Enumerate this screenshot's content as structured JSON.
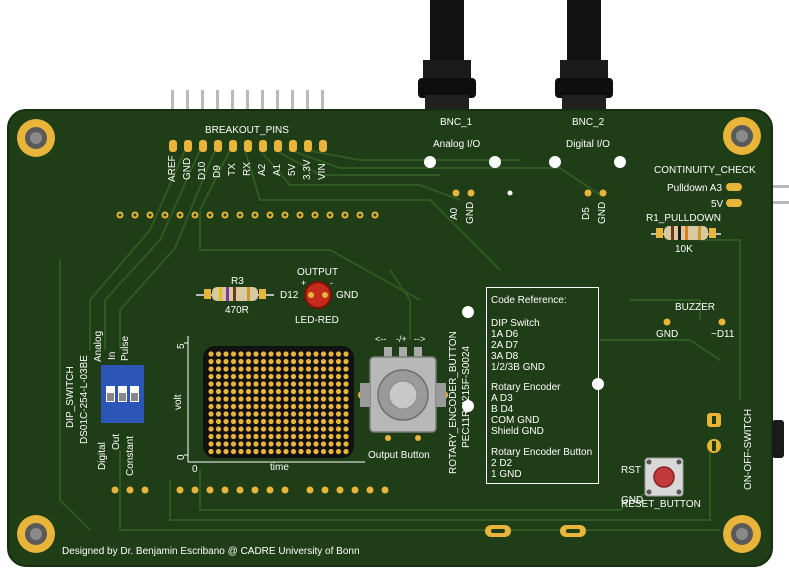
{
  "breakout": {
    "title": "BREAKOUT_PINS",
    "pins": [
      "AREF",
      "GND",
      "D10",
      "D9",
      "TX",
      "RX",
      "A2",
      "A1",
      "5V",
      "3.3V",
      "VIN"
    ]
  },
  "bnc1": {
    "name": "BNC_1",
    "label": "Analog I/O",
    "pins": [
      "A0",
      "GND"
    ]
  },
  "bnc2": {
    "name": "BNC_2",
    "label": "Digital I/O",
    "pins": [
      "D5",
      "GND"
    ]
  },
  "continuity": {
    "title": "CONTINUITY_CHECK",
    "pulldown": "Pulldown A3",
    "v5": "5V"
  },
  "r1": {
    "name": "R1_PULLDOWN",
    "value": "10K"
  },
  "r3": {
    "name": "R3",
    "value": "470R"
  },
  "led": {
    "title": "OUTPUT",
    "plus": "+",
    "minus": "-",
    "left_pin": "D12",
    "right_pin": "GND",
    "name": "LED-RED"
  },
  "buzzer": {
    "title": "BUZZER",
    "gnd": "GND",
    "pin": "~D11"
  },
  "dip": {
    "name": "DIP_SWITCH",
    "part": "DS01C-254-L-03BE",
    "top_labels": [
      "Analog",
      "In",
      "Pulse"
    ],
    "bottom_labels": [
      "Digital",
      "Out",
      "Constant"
    ]
  },
  "plot": {
    "ylabel": "volt",
    "xlabel": "time",
    "ymax": "5",
    "ymin": "0",
    "xmin": "0"
  },
  "encoder": {
    "name": "ROTARY_ENCODER_BUTTON",
    "part": "PEC11R-4215F-S0024",
    "dir_left": "<--",
    "dir_mid": "-/+",
    "dir_right": "-->",
    "output_button": "Output Button"
  },
  "code_reference": {
    "lines": [
      "Code Reference:",
      "",
      "DIP Switch",
      "1A D6",
      "2A D7",
      "3A D8",
      "1/2/3B GND",
      "",
      "Rotary Encoder",
      "A D3",
      "B D4",
      "COM GND",
      "Shield GND",
      "",
      "Rotary Encoder Button",
      "2 D2",
      "1 GND"
    ]
  },
  "reset": {
    "rst": "RST",
    "gnd": "GND",
    "name": "RESET_BUTTON"
  },
  "switch": {
    "name": "ON-OFF-SWITCH"
  },
  "credit": "Designed by Dr. Benjamin Escribano @ CADRE University of Bonn",
  "colors": {
    "pcb": "#1f3d16",
    "trace": "#2f5a22",
    "silk": "#ffffff",
    "gold": "#e8b43a",
    "dip_blue": "#2c55b8",
    "led_red": "#c52b1a"
  }
}
